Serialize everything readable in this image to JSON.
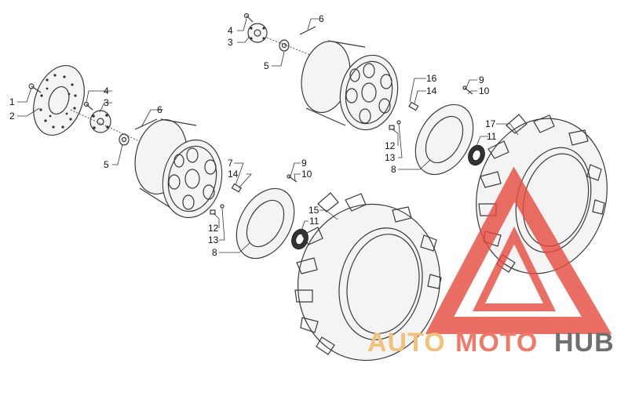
{
  "callouts": [
    {
      "num": "1"
    },
    {
      "num": "2"
    },
    {
      "num": "4"
    },
    {
      "num": "3"
    },
    {
      "num": "6"
    },
    {
      "num": "5"
    },
    {
      "num": "7"
    },
    {
      "num": "14"
    },
    {
      "num": "9"
    },
    {
      "num": "10"
    },
    {
      "num": "12"
    },
    {
      "num": "13"
    },
    {
      "num": "11"
    },
    {
      "num": "8"
    },
    {
      "num": "15"
    },
    {
      "num": "6"
    },
    {
      "num": "4"
    },
    {
      "num": "3"
    },
    {
      "num": "5"
    },
    {
      "num": "16"
    },
    {
      "num": "14"
    },
    {
      "num": "9"
    },
    {
      "num": "10"
    },
    {
      "num": "17"
    },
    {
      "num": "11"
    },
    {
      "num": "12"
    },
    {
      "num": "13"
    },
    {
      "num": "8"
    }
  ],
  "watermark": {
    "part1": "AUTO",
    "part2": "MOTO",
    "part3": "HUB",
    "color1": "#f3c27a",
    "color2": "#f07a6a",
    "color3": "#6f6f6f",
    "triangle_color": "#e64a3e"
  }
}
